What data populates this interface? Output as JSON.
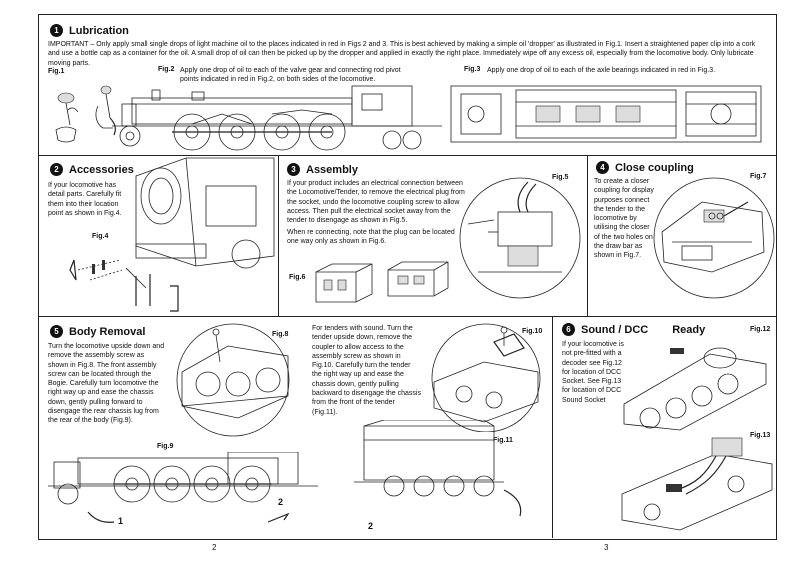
{
  "sections": {
    "lubrication": {
      "number": "1",
      "title": "Lubrication",
      "intro": "IMPORTANT – Only apply small single drops of light machine oil to the places indicated in red in Figs 2 and 3. This is best achieved by making a simple oil 'dropper' as illustrated in Fig.1. Insert a straightened paper clip into a cork and use a bottle cap as a container for the oil. A small drop of oil can then be picked up by the dropper and applied in exactly the right place. Immediately wipe off any excess oil, especially from the locomotive body. Only lubricate moving parts.",
      "fig1": "Fig.1",
      "fig2": "Fig.2",
      "fig2_text": "Apply one drop of oil to each of the valve gear and connecting rod pivot points indicated in red in Fig.2, on both sides of the locomotive.",
      "fig3": "Fig.3",
      "fig3_text": "Apply one drop of oil to each of the axle bearings indicated in red in Fig.3."
    },
    "accessories": {
      "number": "2",
      "title": "Accessories",
      "text": "If your locomotive has detail parts. Carefully fit them into their location point as shown in Fig.4.",
      "fig4": "Fig.4"
    },
    "assembly": {
      "number": "3",
      "title": "Assembly",
      "text1": "If your product includes an electrical connection between the Locomotive/Tender, to remove the electrical plug from the socket, undo the locomotive coupling screw to allow access. Then pull the electrical socket away from the tender to disengage as shown in Fig.5.",
      "text2": "When re connecting, note that the plug can be located one way only as shown in Fig.6.",
      "fig5": "Fig.5",
      "fig6": "Fig.6"
    },
    "close_coupling": {
      "number": "4",
      "title": "Close coupling",
      "text": "To create a closer coupling for display purposes connect the tender to the locomotive by utilising the closer of the two holes on the draw bar as shown in Fig.7.",
      "fig7": "Fig.7"
    },
    "body_removal": {
      "number": "5",
      "title": "Body Removal",
      "text": "Turn the locomotive upside down and remove the assembly screw as shown in Fig.8. The front assembly screw can be located through the Bogie. Carefully turn locomotive the right way up and ease the chassis down, gently pulling forward to disengage the rear chassis lug from the rear of the body (Fig.9).",
      "tender_text": "For tenders with sound. Turn the tender upside down, remove the coupler to allow access to the assembly screw as shown in Fig.10. Carefully turn the tender the right way up and ease the chassis down, gently pulling backward to disengage the chassis from the front of the tender (Fig.11).",
      "fig8": "Fig.8",
      "fig9": "Fig.9",
      "fig10": "Fig.10",
      "fig11": "Fig.11",
      "arrow1": "1",
      "arrow2": "2",
      "arrow2b": "2"
    },
    "sound_dcc": {
      "number": "6",
      "title": "Sound / DCC",
      "title_suffix": "Ready",
      "text": "If your locomotive is not pre-fitted with a decoder see Fig.12 for location of DCC Socket. See Fig.13 for location of DCC Sound Socket",
      "fig12": "Fig.12",
      "fig13": "Fig.13"
    }
  },
  "page_numbers": {
    "left": "2",
    "right": "3"
  }
}
